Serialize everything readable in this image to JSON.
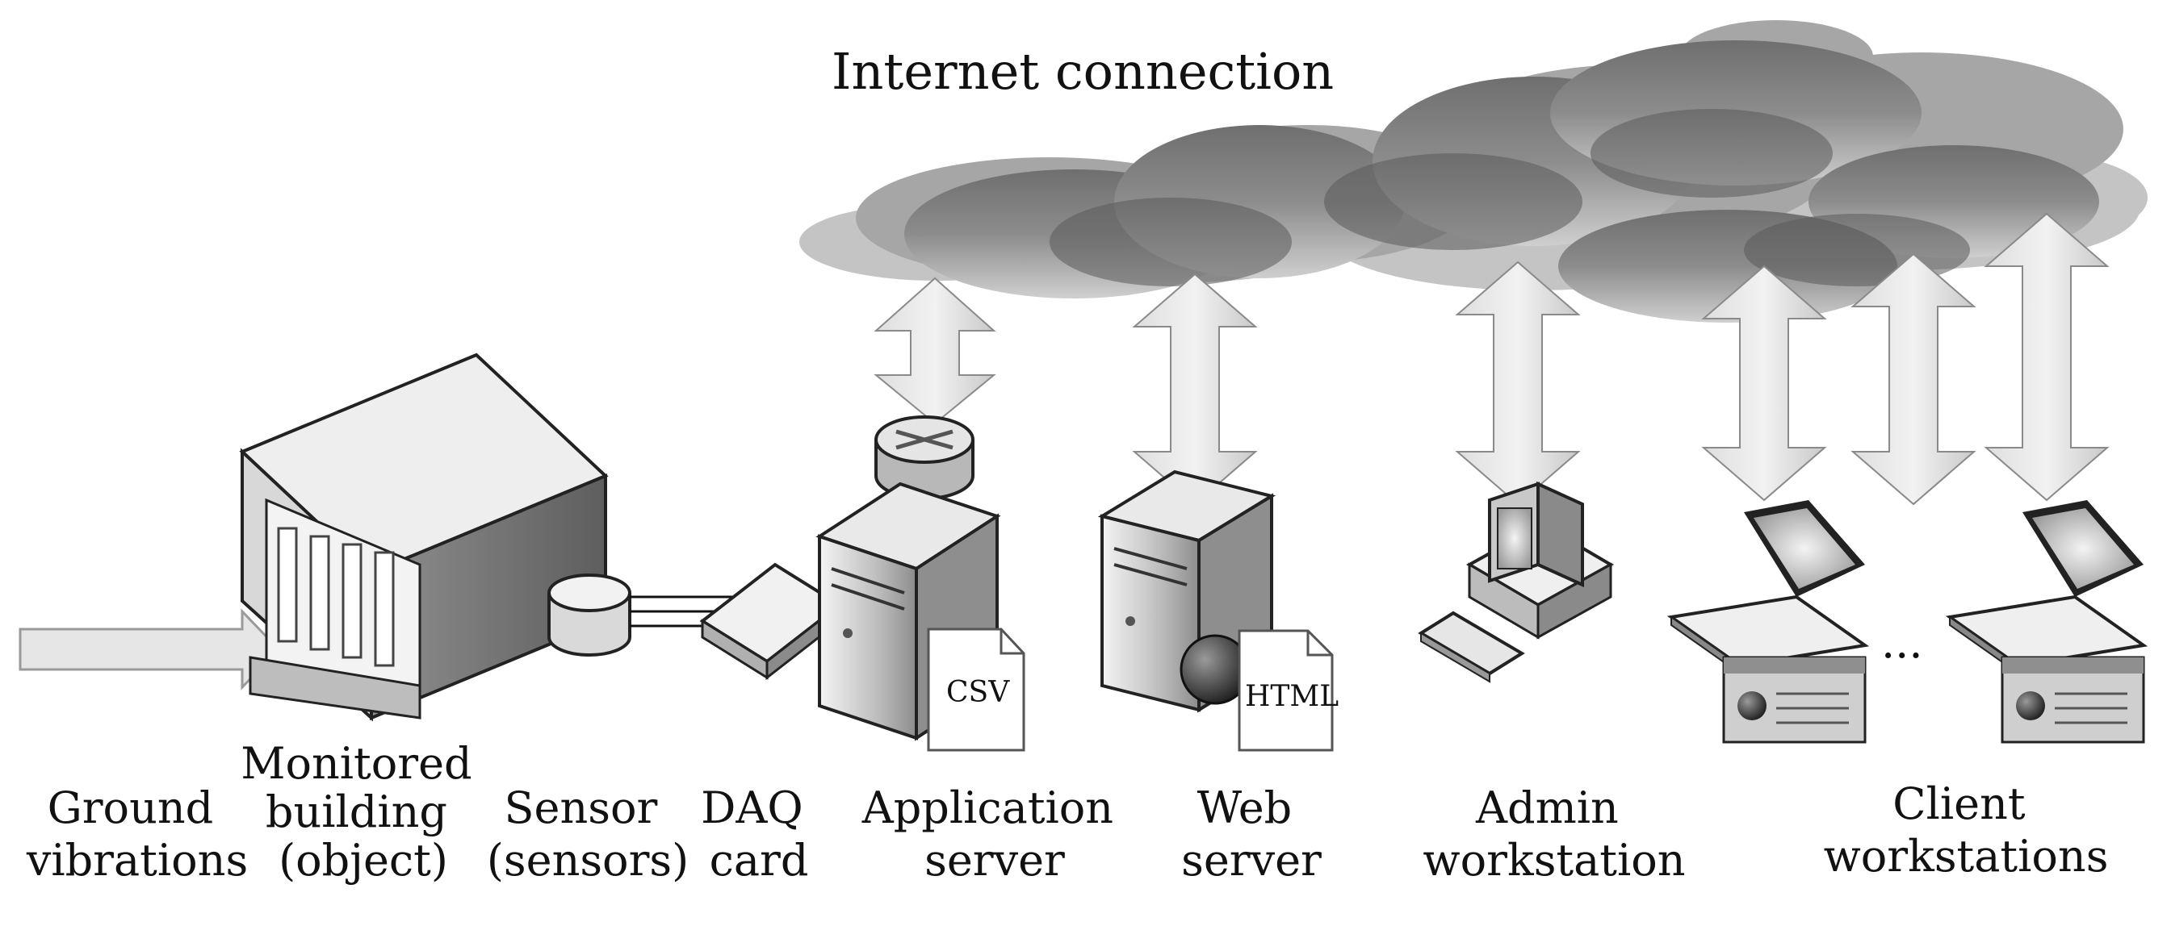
{
  "title": "Internet connection",
  "labels": {
    "ground_vibrations": [
      "Ground",
      "vibrations"
    ],
    "monitored_building": [
      "Monitored",
      "building",
      "(object)"
    ],
    "sensor": [
      "Sensor",
      "(sensors)"
    ],
    "daq_card": [
      "DAQ",
      "card"
    ],
    "application_server": [
      "Application",
      "server"
    ],
    "web_server": [
      "Web",
      "server"
    ],
    "admin_workstation": [
      "Admin",
      "workstation"
    ],
    "client_workstations": [
      "Client",
      "workstations"
    ]
  },
  "documents": {
    "csv": "CSV",
    "html": "HTML"
  },
  "ellipsis": "...",
  "icons": [
    "cloud-icon",
    "building-icon",
    "sensor-icon",
    "daq-card-icon",
    "router-icon",
    "server-icon",
    "globe-icon",
    "document-icon",
    "desktop-computer-icon",
    "laptop-icon",
    "browser-window-icon",
    "double-arrow-icon"
  ]
}
